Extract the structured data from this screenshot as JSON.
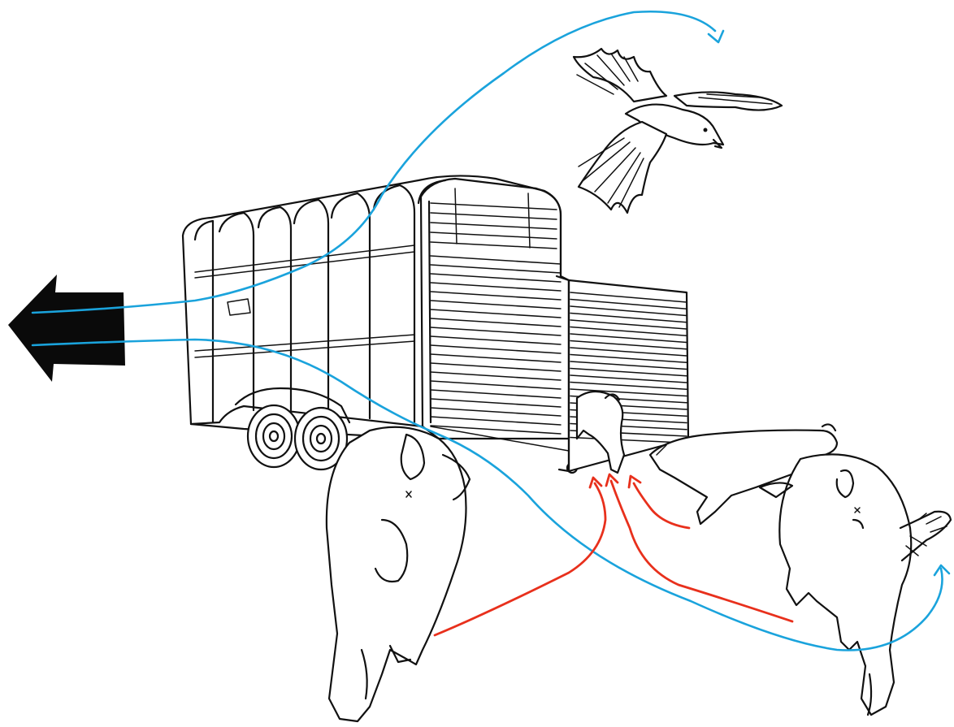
{
  "illustration": {
    "colors": {
      "background": "#ffffff",
      "ink": "#111111",
      "flow_blue": "#1aa3dc",
      "flow_red": "#e8301c",
      "arrow_black": "#0a0a0a"
    },
    "elements": [
      "exit-arrow",
      "livestock-trailer",
      "open-gate",
      "flying-bird",
      "pig-left",
      "pig-center-small",
      "pig-lying",
      "pig-right",
      "blue-flow-lines",
      "red-flow-lines"
    ]
  }
}
